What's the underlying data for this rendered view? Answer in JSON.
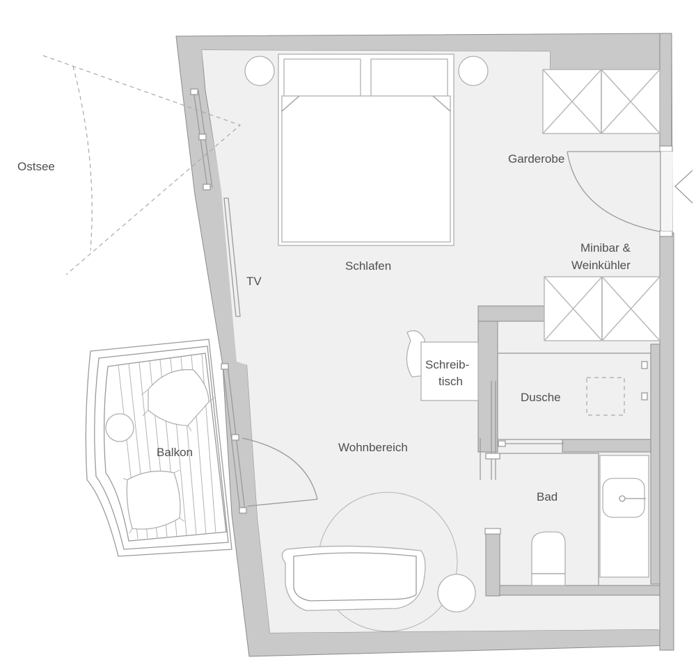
{
  "plan": {
    "labels": {
      "sea": "Ostsee",
      "wardrobe": "Garderobe",
      "minibar_line1": "Minibar &",
      "minibar_line2": "Weinkühler",
      "sleeping": "Schlafen",
      "tv": "TV",
      "desk_line1": "Schreib-",
      "desk_line2": "tisch",
      "shower": "Dusche",
      "living": "Wohnbereich",
      "balcony": "Balkon",
      "bathroom": "Bad"
    },
    "colors": {
      "wall": "#c9c9c9",
      "floor": "#f0f0f0",
      "text": "#4f4f4f",
      "line": "#9a9a9a"
    },
    "icons": [
      "entrance-arrow-icon",
      "view-direction-icon"
    ]
  }
}
